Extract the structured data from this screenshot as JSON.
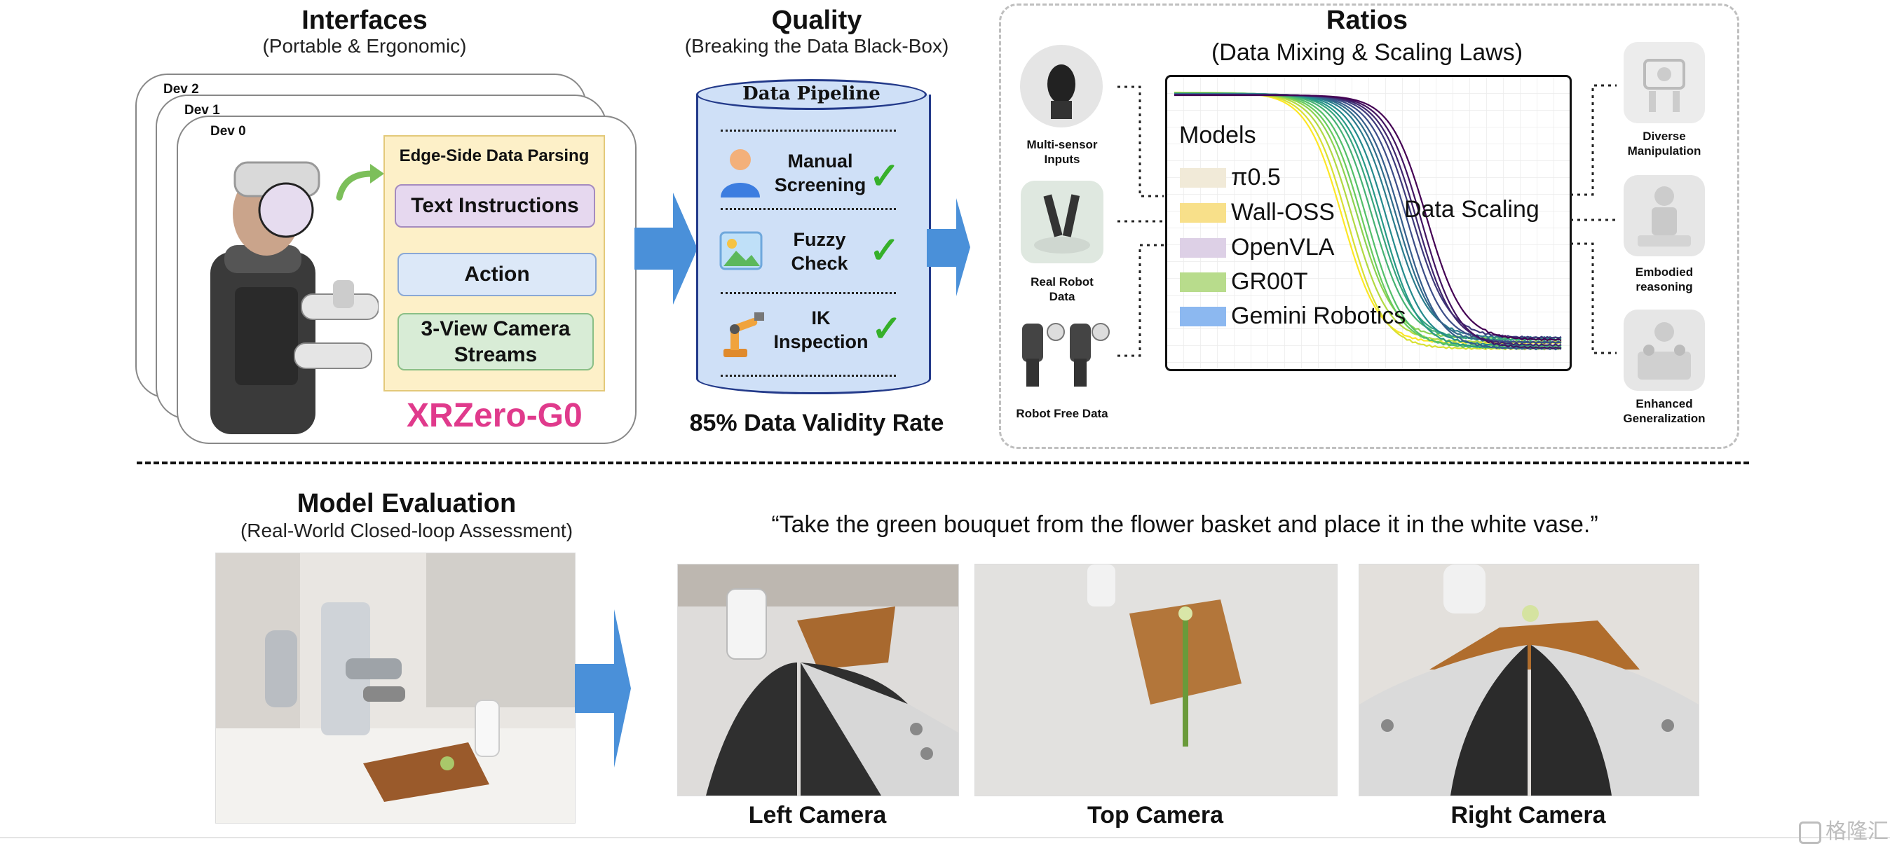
{
  "interfaces": {
    "title": "Interfaces",
    "subtitle": "(Portable & Ergonomic)",
    "devices": [
      "Dev 2",
      "Dev 1",
      "Dev 0"
    ],
    "parsing_title": "Edge-Side Data Parsing",
    "items": [
      "Text Instructions",
      "Action",
      "3-View Camera Streams"
    ],
    "brand": "XRZero-G0"
  },
  "quality": {
    "title": "Quality",
    "subtitle": "(Breaking the Data Black-Box)",
    "pipeline_title": "Data Pipeline",
    "checks": [
      "Manual Screening",
      "Fuzzy Check",
      "IK Inspection"
    ],
    "rate": "85% Data Validity Rate"
  },
  "ratios": {
    "title": "Ratios",
    "subtitle": "(Data Mixing & Scaling Laws)",
    "inputs": [
      "Multi-sensor Inputs",
      "Real Robot Data",
      "Robot Free Data"
    ],
    "outputs": [
      "Diverse Manipulation",
      "Embodied reasoning",
      "Enhanced Generalization"
    ],
    "legend_title": "Models",
    "models": [
      {
        "name": "π0.5",
        "color": "#f1ead8"
      },
      {
        "name": "Wall-OSS",
        "color": "#f8e08a"
      },
      {
        "name": "OpenVLA",
        "color": "#ddd0e6"
      },
      {
        "name": "GR00T",
        "color": "#b8dc8c"
      },
      {
        "name": "Gemini Robotics",
        "color": "#8cb8f0"
      }
    ],
    "scaling_label": "Data Scaling"
  },
  "evaluation": {
    "title": "Model Evaluation",
    "subtitle": "(Real-World Closed-loop Assessment)",
    "instruction": "“Take the green bouquet from the flower basket and place it in the white vase.”",
    "cameras": [
      "Left Camera",
      "Top Camera",
      "Right Camera"
    ]
  },
  "watermark": "格隆汇",
  "colors": {
    "arrow_blue": "#4a90d9",
    "brand_pink": "#e03a8c",
    "check_green": "#36b02a",
    "pipeline_fill": "#cfe0f7"
  }
}
